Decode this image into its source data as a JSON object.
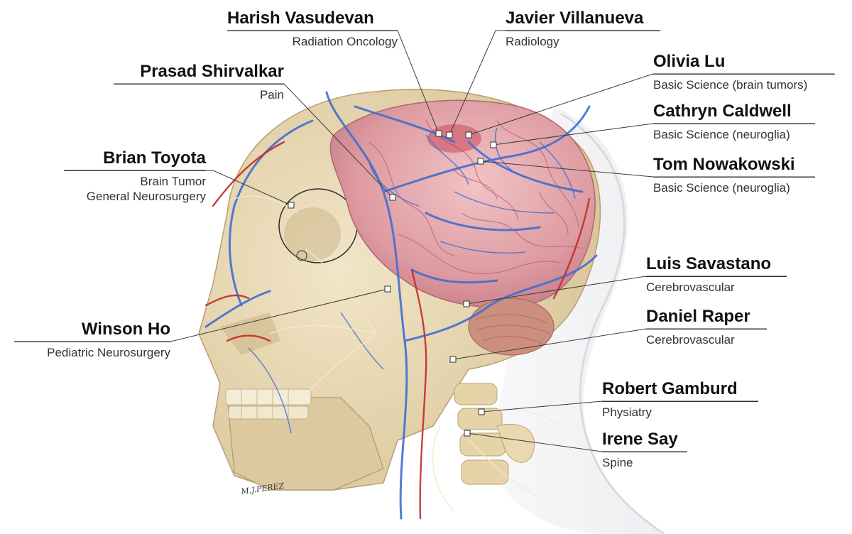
{
  "signature": "M.J.PEREZ",
  "colors": {
    "skull": "#e6d6b2",
    "brain": "#e3a3a8",
    "vein": "#3f6fd1",
    "artery": "#c22a2a",
    "nerve": "#f4ebc6",
    "skin": "#ebebef"
  },
  "labels": {
    "vasudevan": {
      "name": "Harish Vasudevan",
      "dept": [
        "Radiation Oncology"
      ]
    },
    "villanueva": {
      "name": "Javier Villanueva",
      "dept": [
        "Radiology"
      ]
    },
    "shirvalkar": {
      "name": "Prasad Shirvalkar",
      "dept": [
        "Pain"
      ]
    },
    "lu": {
      "name": "Olivia Lu",
      "dept": [
        "Basic Science (brain tumors)"
      ]
    },
    "caldwell": {
      "name": "Cathryn Caldwell",
      "dept": [
        "Basic Science (neuroglia)"
      ]
    },
    "toyota": {
      "name": "Brian Toyota",
      "dept": [
        "Brain Tumor",
        "General Neurosurgery"
      ]
    },
    "nowakowski": {
      "name": "Tom Nowakowski",
      "dept": [
        "Basic Science (neuroglia)"
      ]
    },
    "savastano": {
      "name": "Luis Savastano",
      "dept": [
        "Cerebrovascular"
      ]
    },
    "ho": {
      "name": "Winson Ho",
      "dept": [
        "Pediatric Neurosurgery"
      ]
    },
    "raper": {
      "name": "Daniel Raper",
      "dept": [
        "Cerebrovascular"
      ]
    },
    "gamburd": {
      "name": "Robert Gamburd",
      "dept": [
        "Physiatry"
      ]
    },
    "say": {
      "name": "Irene Say",
      "dept": [
        "Spine"
      ]
    }
  }
}
